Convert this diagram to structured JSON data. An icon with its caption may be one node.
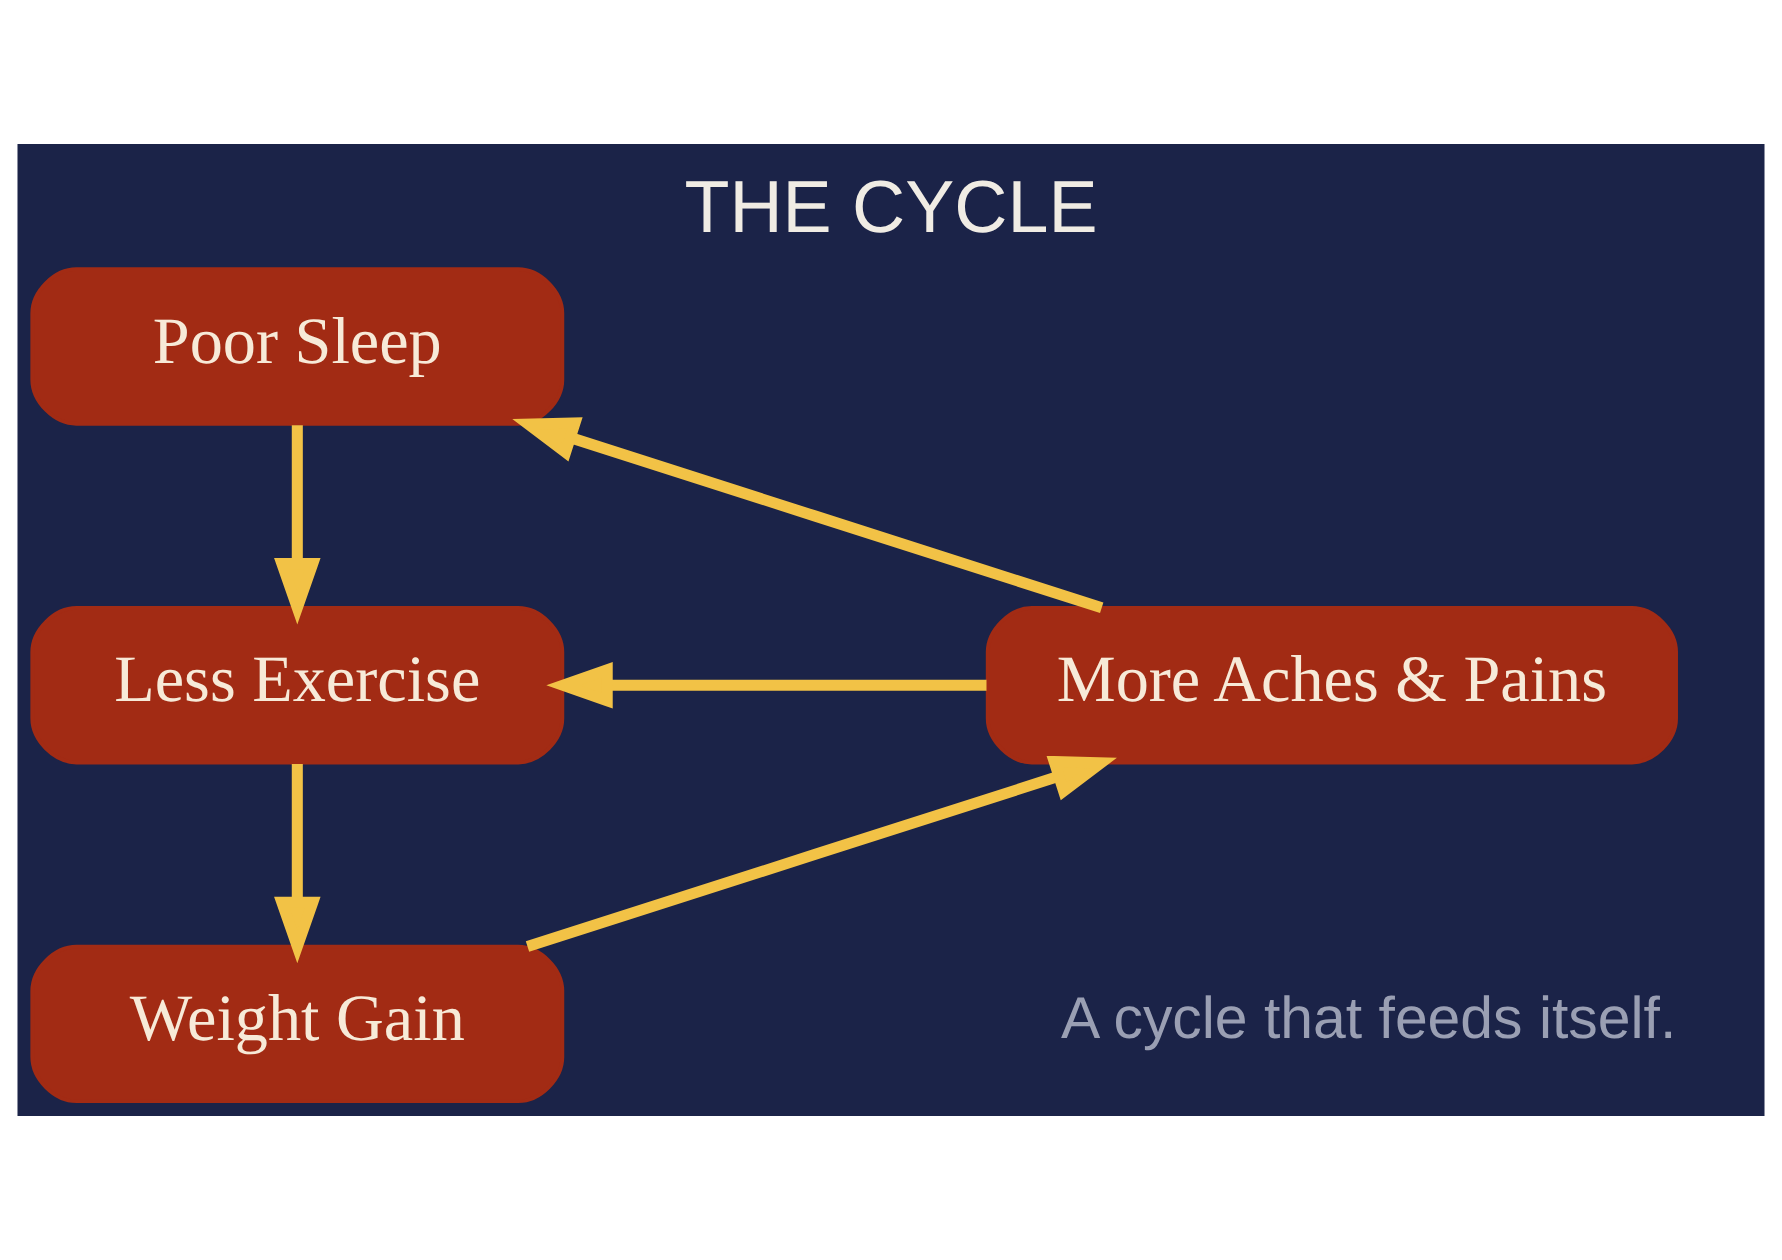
{
  "diagram": {
    "title": "THE CYCLE",
    "nodes": [
      {
        "text": [
          "Poor Sleep"
        ]
      },
      {
        "text": [
          "Less Exercise"
        ]
      },
      {
        "text": [
          "Weight Gain"
        ]
      },
      {
        "text": [
          "More Aches & Pains"
        ]
      }
    ],
    "edges": [
      {
        "from": 0,
        "to": 1,
        "arrow": "to"
      },
      {
        "from": 1,
        "to": 2,
        "arrow": "to"
      },
      {
        "from": 2,
        "to": 3,
        "arrow": "to"
      },
      {
        "from": 3,
        "to": 0,
        "arrow": "to"
      },
      {
        "from": 3,
        "to": 1,
        "arrow": "to"
      }
    ],
    "labels": [
      "A cycle that feeds itself."
    ]
  }
}
